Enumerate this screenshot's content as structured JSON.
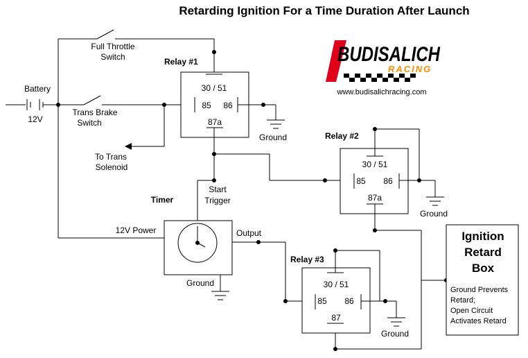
{
  "title": "Retarding Ignition For a Time Duration After Launch",
  "logo": {
    "name": "BUDISALICH",
    "sub": "RACING",
    "url": "www.budisalichracing.com",
    "colors": {
      "stripe": "#e0001a",
      "sub": "#ff8c00"
    }
  },
  "battery": {
    "label": "Battery",
    "voltage": "12V"
  },
  "switches": {
    "full_throttle": {
      "line1": "Full Throttle",
      "line2": "Switch"
    },
    "trans_brake": {
      "line1": "Trans Brake",
      "line2": "Switch"
    }
  },
  "solenoid": {
    "line1": "To Trans",
    "line2": "Solenoid"
  },
  "relays": [
    {
      "name": "Relay #1",
      "pin_com": "30 / 51",
      "pin_85": "85",
      "pin_86": "86",
      "pin_87": "87a"
    },
    {
      "name": "Relay #2",
      "pin_com": "30 / 51",
      "pin_85": "85",
      "pin_86": "86",
      "pin_87": "87a"
    },
    {
      "name": "Relay #3",
      "pin_com": "30 / 51",
      "pin_85": "85",
      "pin_86": "86",
      "pin_87": "87"
    }
  ],
  "ground_label": "Ground",
  "timer": {
    "name": "Timer",
    "power": "12V Power",
    "output": "Output",
    "start_line1": "Start",
    "start_line2": "Trigger",
    "ground": "Ground"
  },
  "retard_box": {
    "title1": "Ignition",
    "title2": "Retard",
    "title3": "Box",
    "note1": "Ground Prevents",
    "note2": "Retard;",
    "note3": "Open Circuit",
    "note4": "Activates Retard"
  }
}
